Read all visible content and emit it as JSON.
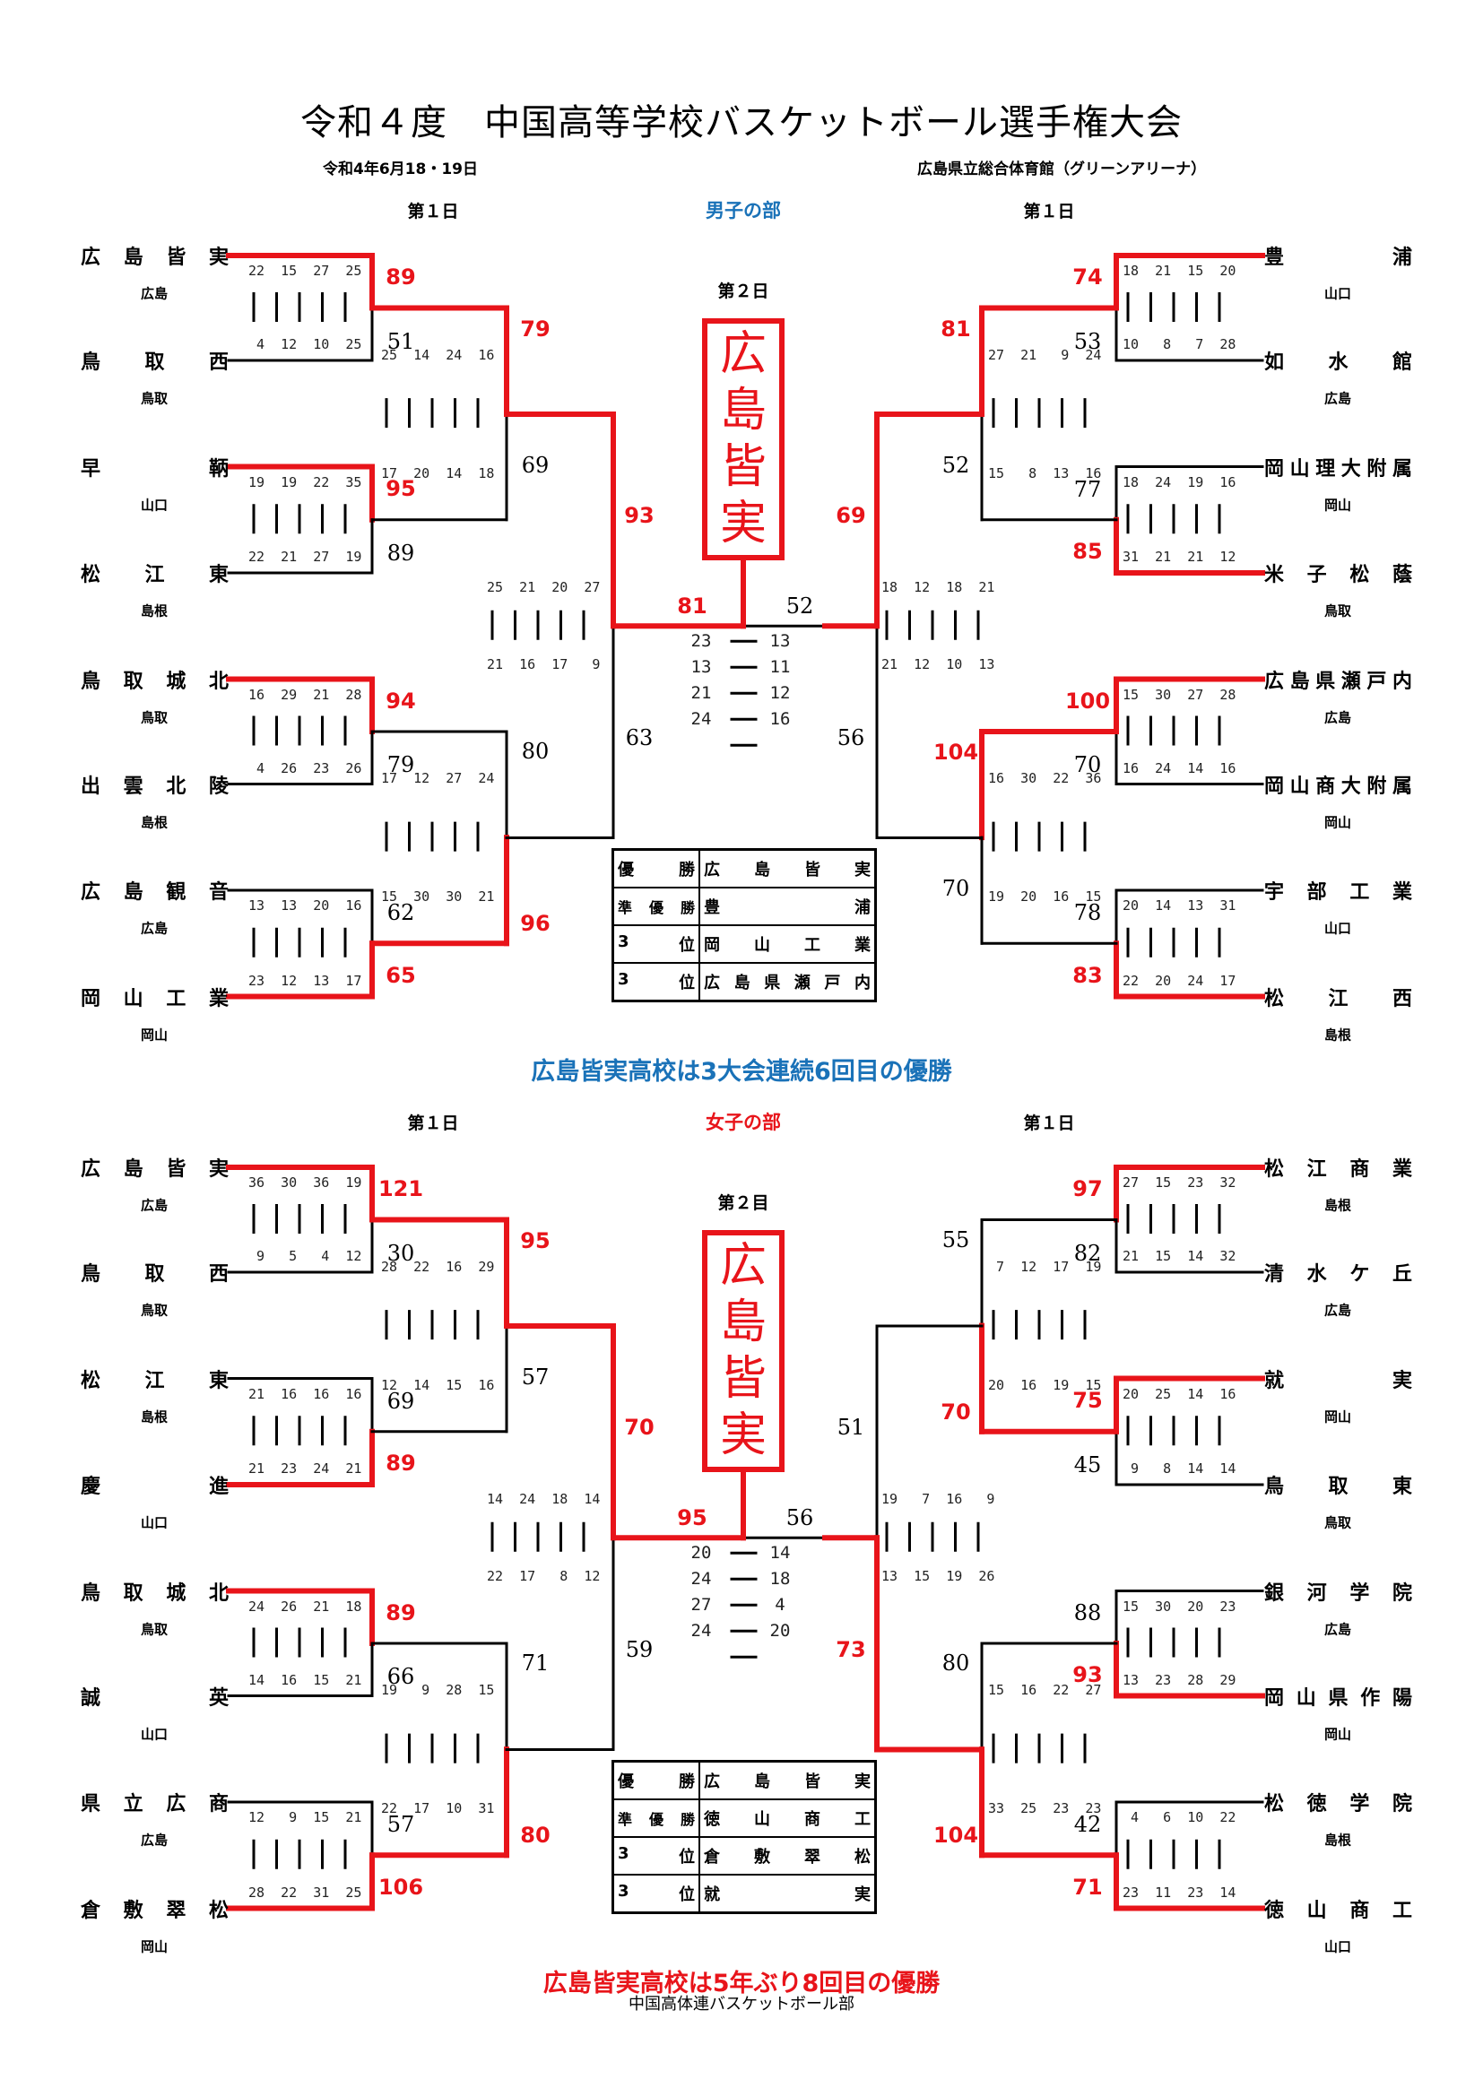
{
  "title": "令和４度　中国高等学校バスケットボール選手権大会",
  "date": "令和4年6月18・19日",
  "venue": "広島県立総合体育館（グリーンアリーナ）",
  "colors": {
    "win": "#e8141a",
    "line": "#000000",
    "men_headline": "#1a72b8",
    "women_headline": "#e8141a"
  },
  "footer": "中国高体連バスケットボール部",
  "divisions": [
    {
      "id": "men",
      "label": "男子の部",
      "day1_left": "第１日",
      "day1_right": "第１日",
      "day2": "第２日",
      "champion_box": [
        "広",
        "島",
        "皆",
        "実"
      ],
      "headline": "広島皆実高校は3大会連続6回目の優勝",
      "left": {
        "teams": [
          {
            "name": "広島皆実",
            "region": "広島"
          },
          {
            "name": "鳥取西",
            "region": "鳥取"
          },
          {
            "name": "早鞆",
            "region": "山口"
          },
          {
            "name": "松江東",
            "region": "島根"
          },
          {
            "name": "鳥取城北",
            "region": "鳥取"
          },
          {
            "name": "出雲北陵",
            "region": "島根"
          },
          {
            "name": "広島観音",
            "region": "広島"
          },
          {
            "name": "岡山工業",
            "region": "岡山"
          }
        ],
        "round1": [
          {
            "top_score": 89,
            "bottom_score": 51,
            "top_quarters": [
              22,
              15,
              27,
              25
            ],
            "bottom_quarters": [
              4,
              12,
              10,
              25
            ]
          },
          {
            "top_score": 95,
            "bottom_score": 89,
            "top_quarters": [
              19,
              19,
              22,
              35
            ],
            "bottom_quarters": [
              22,
              21,
              27,
              19
            ]
          },
          {
            "top_score": 94,
            "bottom_score": 79,
            "top_quarters": [
              16,
              29,
              21,
              28
            ],
            "bottom_quarters": [
              4,
              26,
              23,
              26
            ]
          },
          {
            "top_score": 62,
            "bottom_score": 65,
            "top_quarters": [
              13,
              13,
              20,
              16
            ],
            "bottom_quarters": [
              23,
              12,
              13,
              17
            ]
          }
        ],
        "round2": [
          {
            "top_score": 79,
            "bottom_score": 69,
            "top_quarters": [
              25,
              14,
              24,
              16
            ],
            "bottom_quarters": [
              17,
              20,
              14,
              18
            ]
          },
          {
            "top_score": 80,
            "bottom_score": 96,
            "top_quarters": [
              17,
              12,
              27,
              24
            ],
            "bottom_quarters": [
              15,
              30,
              30,
              21
            ]
          }
        ],
        "semifinal": {
          "top_score": 93,
          "bottom_score": 63,
          "top_quarters": [
            25,
            21,
            20,
            27
          ],
          "bottom_quarters": [
            21,
            16,
            17,
            9
          ]
        }
      },
      "right": {
        "teams": [
          {
            "name": "豊浦",
            "region": "山口"
          },
          {
            "name": "如水館",
            "region": "広島"
          },
          {
            "name": "岡山理大附属",
            "region": "岡山"
          },
          {
            "name": "米子松蔭",
            "region": "鳥取"
          },
          {
            "name": "広島県瀬戸内",
            "region": "広島"
          },
          {
            "name": "岡山商大附属",
            "region": "岡山"
          },
          {
            "name": "宇部工業",
            "region": "山口"
          },
          {
            "name": "松江西",
            "region": "島根"
          }
        ],
        "round1": [
          {
            "top_score": 74,
            "bottom_score": 53,
            "top_quarters": [
              18,
              21,
              15,
              20
            ],
            "bottom_quarters": [
              10,
              8,
              7,
              28
            ]
          },
          {
            "top_score": 77,
            "bottom_score": 85,
            "top_quarters": [
              18,
              24,
              19,
              16
            ],
            "bottom_quarters": [
              31,
              21,
              21,
              12
            ]
          },
          {
            "top_score": 100,
            "bottom_score": 70,
            "top_quarters": [
              15,
              30,
              27,
              28
            ],
            "bottom_quarters": [
              16,
              24,
              14,
              16
            ]
          },
          {
            "top_score": 78,
            "bottom_score": 83,
            "top_quarters": [
              20,
              14,
              13,
              31
            ],
            "bottom_quarters": [
              22,
              20,
              24,
              17
            ]
          }
        ],
        "round2": [
          {
            "top_score": 81,
            "bottom_score": 52,
            "top_quarters": [
              27,
              21,
              9,
              24
            ],
            "bottom_quarters": [
              15,
              8,
              13,
              16
            ]
          },
          {
            "top_score": 104,
            "bottom_score": 70,
            "top_quarters": [
              16,
              30,
              22,
              36
            ],
            "bottom_quarters": [
              19,
              20,
              16,
              15
            ]
          }
        ],
        "semifinal": {
          "top_score": 69,
          "bottom_score": 56,
          "top_quarters": [
            18,
            12,
            18,
            21
          ],
          "bottom_quarters": [
            21,
            12,
            10,
            13
          ]
        }
      },
      "final": {
        "left_score": 81,
        "right_score": 52,
        "left_quarters": [
          23,
          13,
          21,
          24
        ],
        "right_quarters": [
          13,
          11,
          12,
          16
        ]
      },
      "results": [
        {
          "rank": "優勝",
          "team": "広島皆実"
        },
        {
          "rank": "準優勝",
          "team": "豊浦"
        },
        {
          "rank": "3位",
          "team": "岡山工業"
        },
        {
          "rank": "3位",
          "team": "広島県瀬戸内"
        }
      ]
    },
    {
      "id": "women",
      "label": "女子の部",
      "day1_left": "第１日",
      "day1_right": "第１日",
      "day2": "第２目",
      "champion_box": [
        "広",
        "島",
        "皆",
        "実"
      ],
      "headline": "広島皆実高校は5年ぶり8回目の優勝",
      "left": {
        "teams": [
          {
            "name": "広島皆実",
            "region": "広島"
          },
          {
            "name": "鳥取西",
            "region": "鳥取"
          },
          {
            "name": "松江東",
            "region": "島根"
          },
          {
            "name": "慶進",
            "region": "山口"
          },
          {
            "name": "鳥取城北",
            "region": "鳥取"
          },
          {
            "name": "誠英",
            "region": "山口"
          },
          {
            "name": "県立広商",
            "region": "広島"
          },
          {
            "name": "倉敷翠松",
            "region": "岡山"
          }
        ],
        "round1": [
          {
            "top_score": 121,
            "bottom_score": 30,
            "top_quarters": [
              36,
              30,
              36,
              19
            ],
            "bottom_quarters": [
              9,
              5,
              4,
              12
            ]
          },
          {
            "top_score": 69,
            "bottom_score": 89,
            "top_quarters": [
              21,
              16,
              16,
              16
            ],
            "bottom_quarters": [
              21,
              23,
              24,
              21
            ]
          },
          {
            "top_score": 89,
            "bottom_score": 66,
            "top_quarters": [
              24,
              26,
              21,
              18
            ],
            "bottom_quarters": [
              14,
              16,
              15,
              21
            ]
          },
          {
            "top_score": 57,
            "bottom_score": 106,
            "top_quarters": [
              12,
              9,
              15,
              21
            ],
            "bottom_quarters": [
              28,
              22,
              31,
              25
            ]
          }
        ],
        "round2": [
          {
            "top_score": 95,
            "bottom_score": 57,
            "top_quarters": [
              28,
              22,
              16,
              29
            ],
            "bottom_quarters": [
              12,
              14,
              15,
              16
            ]
          },
          {
            "top_score": 71,
            "bottom_score": 80,
            "top_quarters": [
              19,
              9,
              28,
              15
            ],
            "bottom_quarters": [
              22,
              17,
              10,
              31
            ]
          }
        ],
        "semifinal": {
          "top_score": 70,
          "bottom_score": 59,
          "top_quarters": [
            14,
            24,
            18,
            14
          ],
          "bottom_quarters": [
            22,
            17,
            8,
            12
          ]
        }
      },
      "right": {
        "teams": [
          {
            "name": "松江商業",
            "region": "島根"
          },
          {
            "name": "清水ケ丘",
            "region": "広島"
          },
          {
            "name": "就実",
            "region": "岡山"
          },
          {
            "name": "鳥取東",
            "region": "鳥取"
          },
          {
            "name": "銀河学院",
            "region": "広島"
          },
          {
            "name": "岡山県作陽",
            "region": "岡山"
          },
          {
            "name": "松徳学院",
            "region": "島根"
          },
          {
            "name": "徳山商工",
            "region": "山口"
          }
        ],
        "round1": [
          {
            "top_score": 97,
            "bottom_score": 82,
            "top_quarters": [
              27,
              15,
              23,
              32
            ],
            "bottom_quarters": [
              21,
              15,
              14,
              32
            ]
          },
          {
            "top_score": 75,
            "bottom_score": 45,
            "top_quarters": [
              20,
              25,
              14,
              16
            ],
            "bottom_quarters": [
              9,
              8,
              14,
              14
            ]
          },
          {
            "top_score": 88,
            "bottom_score": 93,
            "top_quarters": [
              15,
              30,
              20,
              23
            ],
            "bottom_quarters": [
              13,
              23,
              28,
              29
            ]
          },
          {
            "top_score": 42,
            "bottom_score": 71,
            "top_quarters": [
              4,
              6,
              10,
              22
            ],
            "bottom_quarters": [
              23,
              11,
              23,
              14
            ]
          }
        ],
        "round2": [
          {
            "top_score": 55,
            "bottom_score": 70,
            "top_quarters": [
              7,
              12,
              17,
              19
            ],
            "bottom_quarters": [
              20,
              16,
              19,
              15
            ]
          },
          {
            "top_score": 80,
            "bottom_score": 104,
            "top_quarters": [
              15,
              16,
              22,
              27
            ],
            "bottom_quarters": [
              33,
              25,
              23,
              23
            ]
          }
        ],
        "semifinal": {
          "top_score": 51,
          "bottom_score": 73,
          "top_quarters": [
            19,
            7,
            16,
            9
          ],
          "bottom_quarters": [
            13,
            15,
            19,
            26
          ]
        }
      },
      "final": {
        "left_score": 95,
        "right_score": 56,
        "left_quarters": [
          20,
          24,
          27,
          24
        ],
        "right_quarters": [
          14,
          18,
          4,
          20
        ]
      },
      "results": [
        {
          "rank": "優勝",
          "team": "広島皆実"
        },
        {
          "rank": "準優勝",
          "team": "徳山商工"
        },
        {
          "rank": "3位",
          "team": "倉敷翠松"
        },
        {
          "rank": "3位",
          "team": "就実"
        }
      ]
    }
  ]
}
